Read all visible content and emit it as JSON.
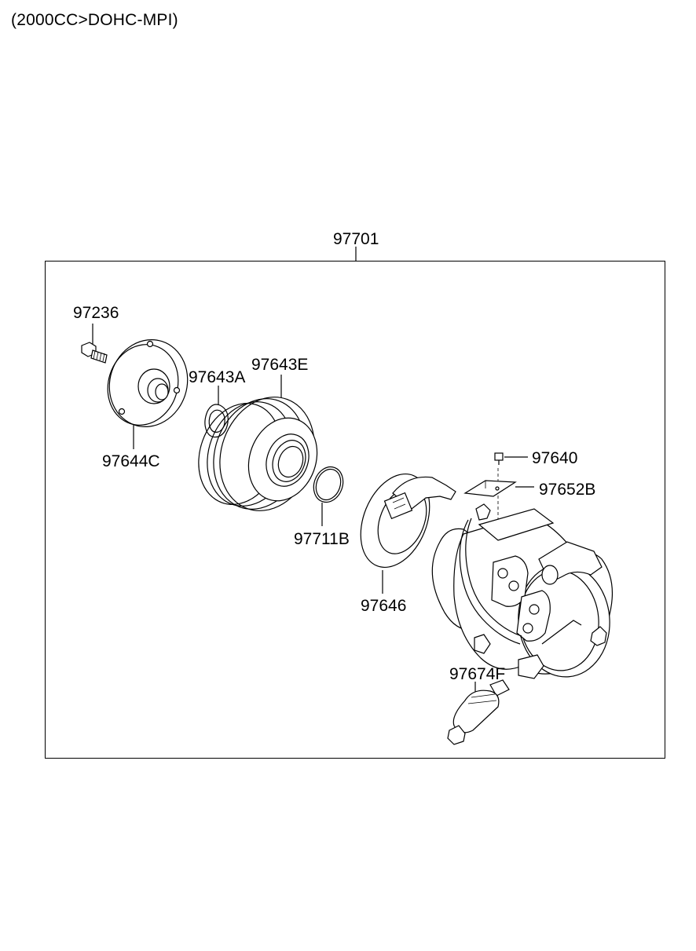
{
  "title": "(2000CC>DOHC-MPI)",
  "assembly": {
    "part_number": "97701"
  },
  "parts": [
    {
      "id": "bolt",
      "part_number": "97236",
      "icon": "bolt-icon"
    },
    {
      "id": "hub",
      "part_number": "97644C",
      "icon": "clutch-hub-icon"
    },
    {
      "id": "snap-ring",
      "part_number": "97643A",
      "icon": "snap-ring-icon"
    },
    {
      "id": "pulley",
      "part_number": "97643E",
      "icon": "pulley-icon"
    },
    {
      "id": "o-ring",
      "part_number": "97711B",
      "icon": "o-ring-icon"
    },
    {
      "id": "field-coil",
      "part_number": "97646",
      "icon": "field-coil-icon"
    },
    {
      "id": "screw",
      "part_number": "97640",
      "icon": "screw-icon"
    },
    {
      "id": "bracket",
      "part_number": "97652B",
      "icon": "bracket-icon"
    },
    {
      "id": "switch",
      "part_number": "97674F",
      "icon": "pressure-switch-icon"
    }
  ]
}
